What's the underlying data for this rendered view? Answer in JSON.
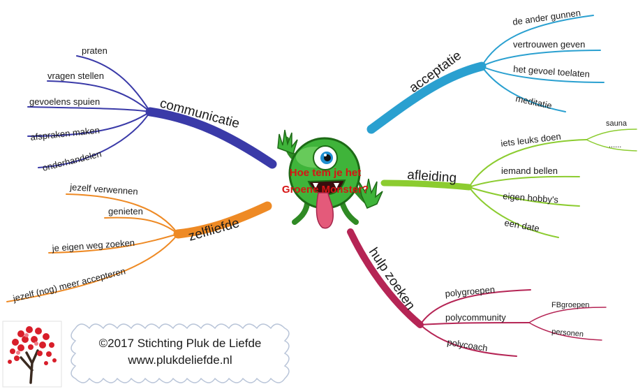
{
  "center": {
    "line1": "Hoe tem je het",
    "line2": "Groene Monster?"
  },
  "branches": {
    "communicatie": {
      "label": "communicatie",
      "color": "#3a3aa8",
      "items": [
        "praten",
        "vragen stellen",
        "gevoelens spuien",
        "afspraken maken",
        "onderhandelen"
      ]
    },
    "zelfliefde": {
      "label": "zelfliefde",
      "color": "#ee8a25",
      "items": [
        "jezelf verwennen",
        "genieten",
        "je eigen weg zoeken",
        "jezelf (nog) meer accepteren"
      ]
    },
    "acceptatie": {
      "label": "acceptatie",
      "color": "#2aa0d0",
      "items": [
        "de ander gunnen",
        "vertrouwen geven",
        "het gevoel toelaten",
        "meditatie"
      ]
    },
    "afleiding": {
      "label": "afleiding",
      "color": "#8ccc30",
      "items": [
        "iets leuks doen",
        "iemand bellen",
        "eigen hobby's",
        "een date"
      ],
      "sub": [
        "sauna",
        "......"
      ]
    },
    "hulp": {
      "label": "hulp zoeken",
      "color": "#b52555",
      "items": [
        "polygroepen",
        "polycommunity",
        "polycoach"
      ],
      "sub": [
        "FBgroepen",
        "personen"
      ]
    }
  },
  "credit": {
    "line1": "©2017 Stichting Pluk de Liefde",
    "line2": "www.plukdeliefde.nl"
  }
}
